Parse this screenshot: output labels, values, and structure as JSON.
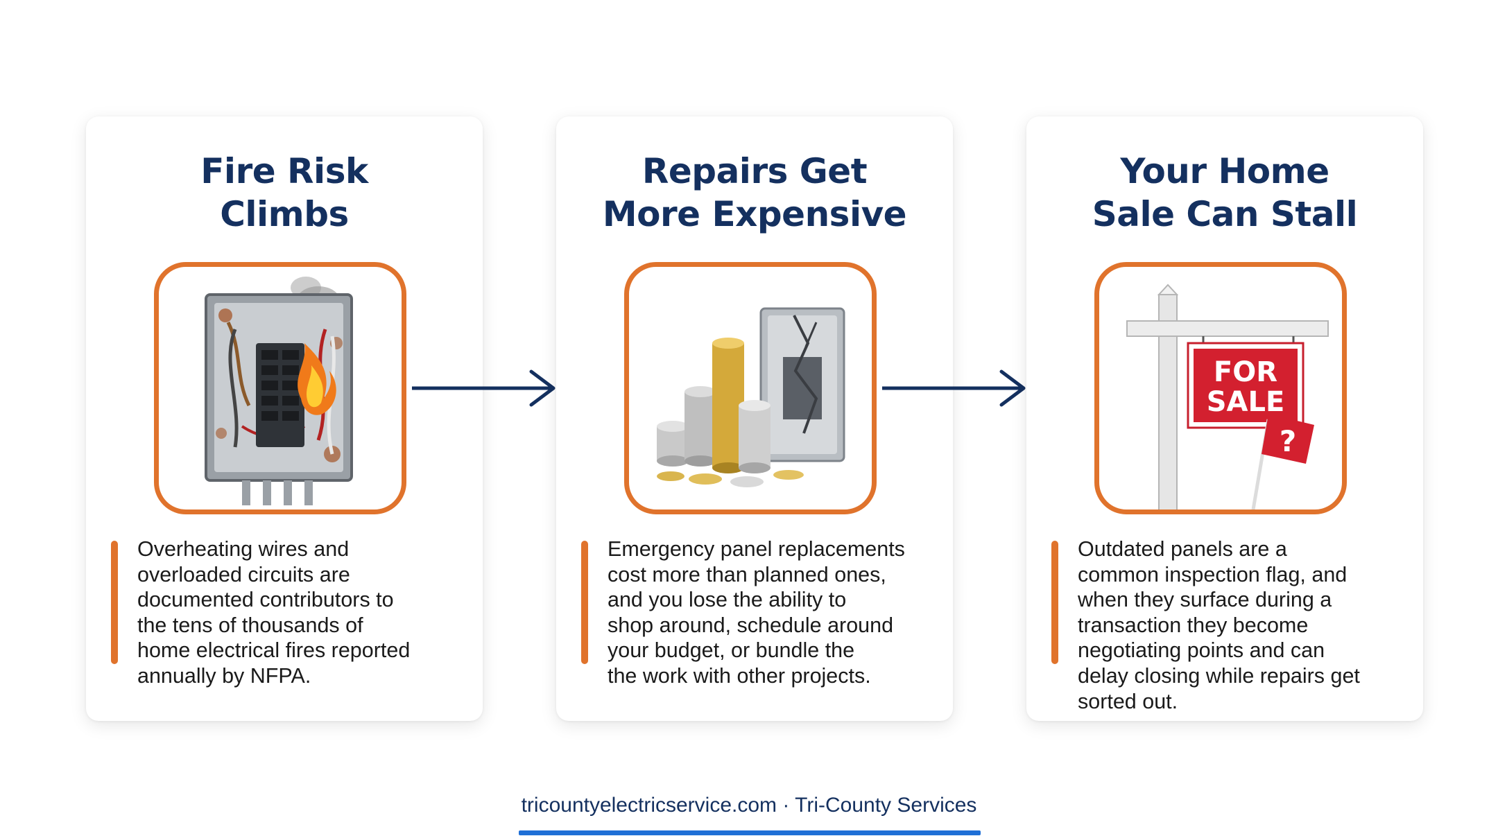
{
  "colors": {
    "title": "#14305f",
    "accent": "#e0732c",
    "arrow": "#14305f",
    "footer_bar": "#1f6fd6"
  },
  "cards": [
    {
      "title_lines": [
        "Fire Risk",
        "Climbs"
      ],
      "image_icon": "burning-electrical-panel-icon",
      "desc_lines": [
        "Overheating wires and",
        "overloaded circuits are",
        "documented contributors to",
        "the tens of thousands of",
        "home electrical fires reported",
        "annually by NFPA."
      ]
    },
    {
      "title_lines": [
        "Repairs Get",
        "More Expensive"
      ],
      "image_icon": "coins-and-cracked-panel-icon",
      "desc_lines": [
        "Emergency panel replacements",
        "cost more than planned ones,",
        "and you lose the ability to",
        "shop around, schedule around",
        "your budget, or bundle the",
        "the work with other projects."
      ]
    },
    {
      "title_lines": [
        "Your Home",
        "Sale Can Stall"
      ],
      "image_icon": "for-sale-sign-icon",
      "sign_text_lines": [
        "FOR",
        "SALE"
      ],
      "sign_flag_text": "?",
      "desc_lines": [
        "Outdated panels are a",
        "common inspection flag, and",
        "when they surface during a",
        "transaction they become",
        "negotiating points and can",
        "delay closing while repairs get",
        "sorted out."
      ]
    }
  ],
  "footer": {
    "text": "tricountyelectricservice.com · Tri-County Services"
  }
}
